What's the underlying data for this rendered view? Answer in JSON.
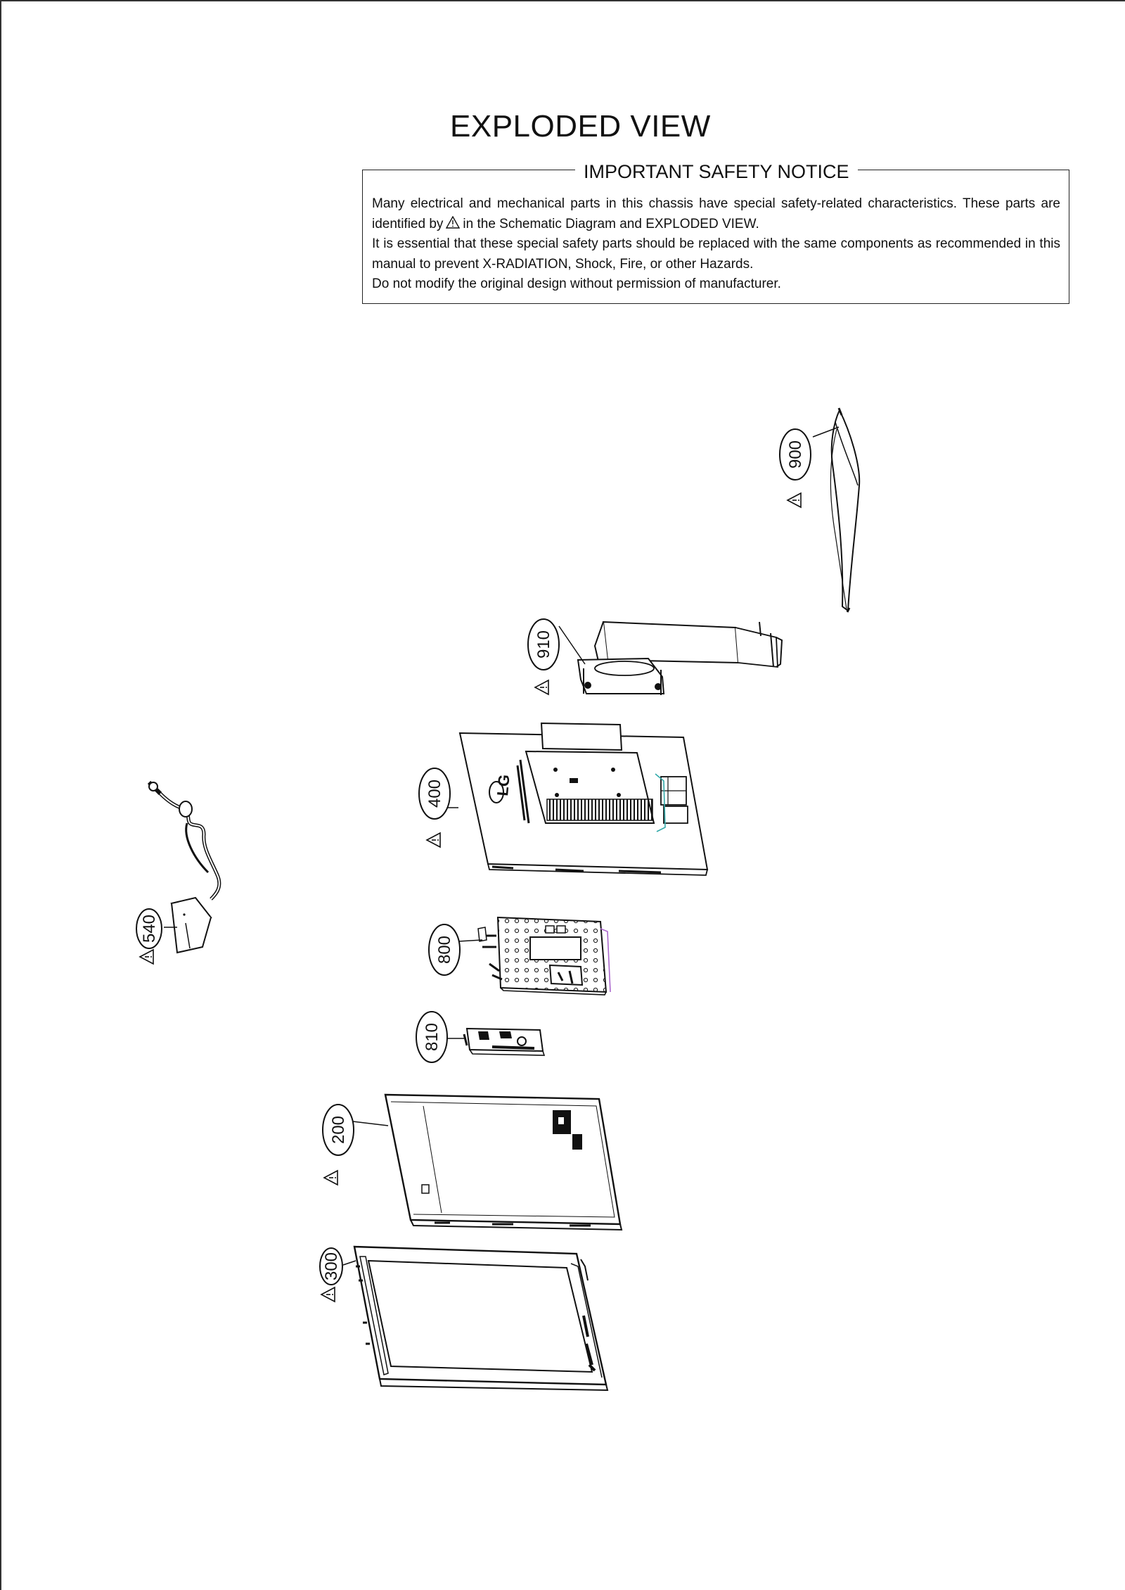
{
  "title": "EXPLODED VIEW",
  "notice": {
    "heading": "IMPORTANT SAFETY NOTICE",
    "line1_a": "Many electrical and mechanical parts in this chassis have special safety-related characteristics. These parts are identified by",
    "line1_b": "in the Schematic Diagram and EXPLODED VIEW.",
    "line2": "It is essential that these special safety parts should be replaced with the same components as recommended in this manual to prevent X-RADIATION, Shock, Fire, or other Hazards.",
    "line3": "Do not modify the original design without permission of manufacturer."
  },
  "parts": [
    {
      "id": "900",
      "safety": true
    },
    {
      "id": "910",
      "safety": true
    },
    {
      "id": "400",
      "safety": true
    },
    {
      "id": "540",
      "safety": true
    },
    {
      "id": "800",
      "safety": false
    },
    {
      "id": "810",
      "safety": false
    },
    {
      "id": "200",
      "safety": true
    },
    {
      "id": "300",
      "safety": true
    }
  ],
  "logo_text": "LG"
}
